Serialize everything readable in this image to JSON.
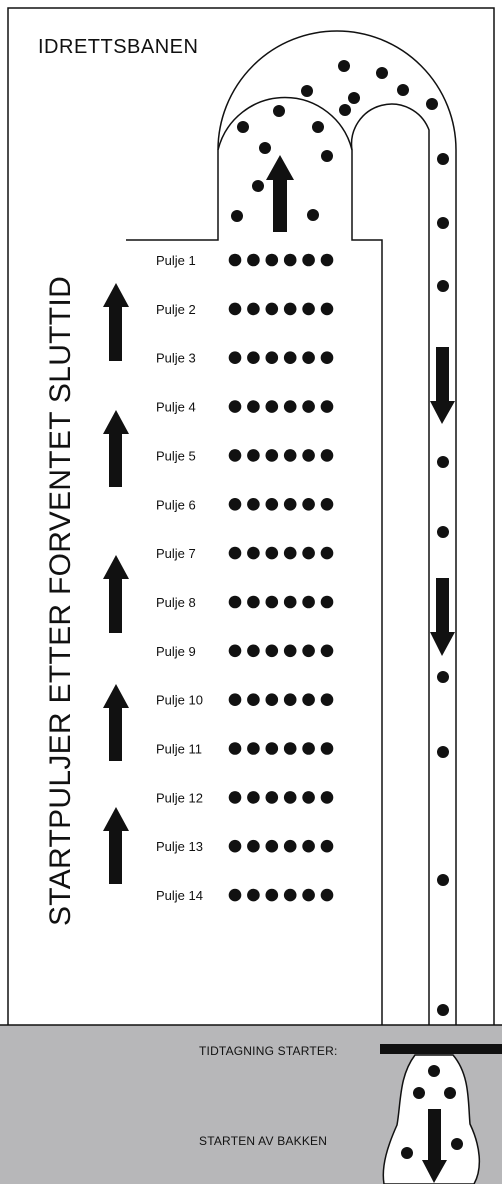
{
  "title": "IDRETTSBANEN",
  "side_label": "STARTPULJER ETTER FORVENTET SLUTTID",
  "pools": [
    {
      "label": "Pulje 1",
      "dots": 6
    },
    {
      "label": "Pulje 2",
      "dots": 6
    },
    {
      "label": "Pulje 3",
      "dots": 6
    },
    {
      "label": "Pulje 4",
      "dots": 6
    },
    {
      "label": "Pulje 5",
      "dots": 6
    },
    {
      "label": "Pulje 6",
      "dots": 6
    },
    {
      "label": "Pulje 7",
      "dots": 6
    },
    {
      "label": "Pulje 8",
      "dots": 6
    },
    {
      "label": "Pulje 9",
      "dots": 6
    },
    {
      "label": "Pulje 10",
      "dots": 6
    },
    {
      "label": "Pulje 11",
      "dots": 6
    },
    {
      "label": "Pulje 12",
      "dots": 6
    },
    {
      "label": "Pulje 13",
      "dots": 6
    },
    {
      "label": "Pulje 14",
      "dots": 6
    }
  ],
  "timing_label": "TIDTAGNING STARTER:",
  "start_label": "STARTEN AV BAKKEN",
  "colors": {
    "ink": "#111111",
    "paper": "#ffffff",
    "ground": "#b7b7b9"
  }
}
